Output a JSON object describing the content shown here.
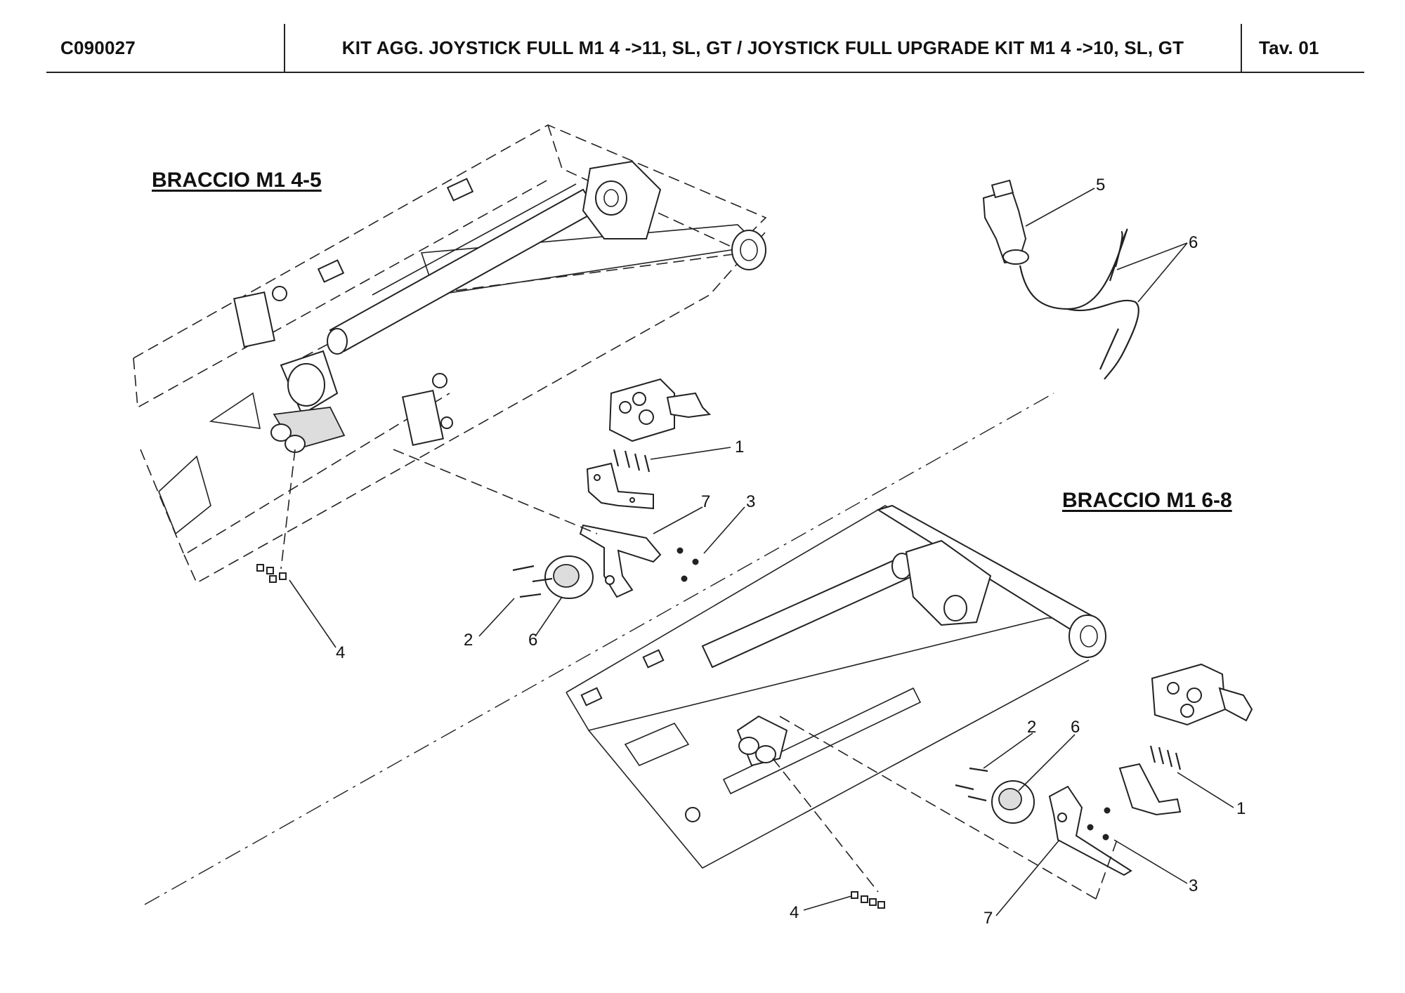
{
  "header": {
    "code": "C090027",
    "title": "KIT AGG. JOYSTICK FULL M1 4 ->11, SL, GT / JOYSTICK FULL UPGRADE KIT M1 4 ->10, SL, GT",
    "sheet": "Tav.  01"
  },
  "sections": {
    "left": "BRACCIO M1 4-5",
    "right": "BRACCIO M1 6-8"
  },
  "callouts_left": [
    "1",
    "2",
    "3",
    "4",
    "5",
    "6",
    "6",
    "7"
  ],
  "callouts_right": [
    "1",
    "2",
    "3",
    "4",
    "6",
    "7"
  ]
}
